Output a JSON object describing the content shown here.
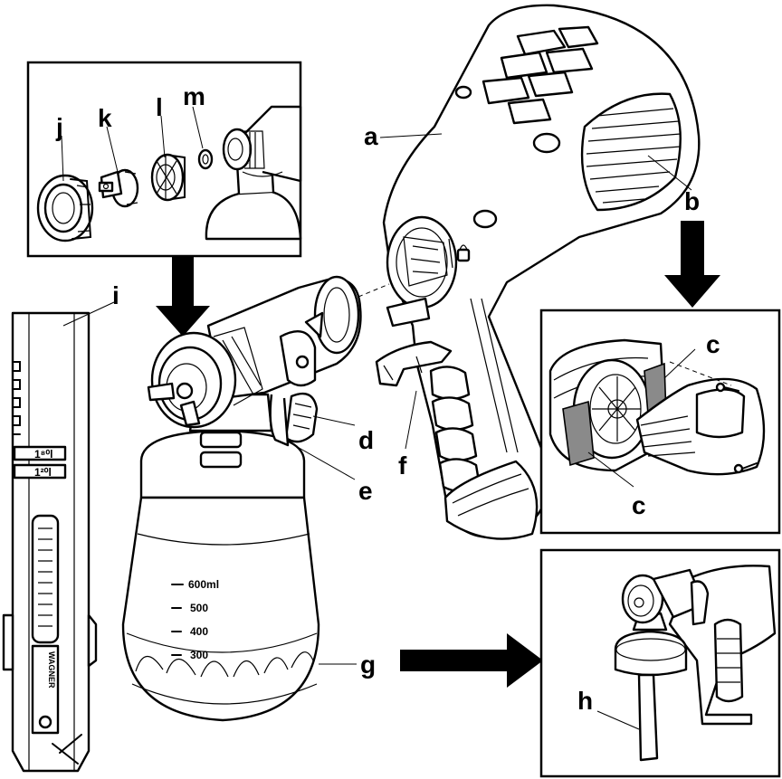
{
  "labels": {
    "a": "a",
    "b": "b",
    "c_top": "c",
    "c_bottom": "c",
    "d": "d",
    "e": "e",
    "f": "f",
    "g": "g",
    "h": "h",
    "i": "i",
    "j": "j",
    "k": "k",
    "l": "l",
    "m": "m"
  },
  "container_scale": {
    "ml_600": "600ml",
    "v_500": "500",
    "v_400": "400",
    "v_300": "300"
  },
  "viscosity_cup": {
    "mark_1": "1⁸⁰l",
    "mark_2": "1²⁰l",
    "brand": "WAGNER"
  }
}
